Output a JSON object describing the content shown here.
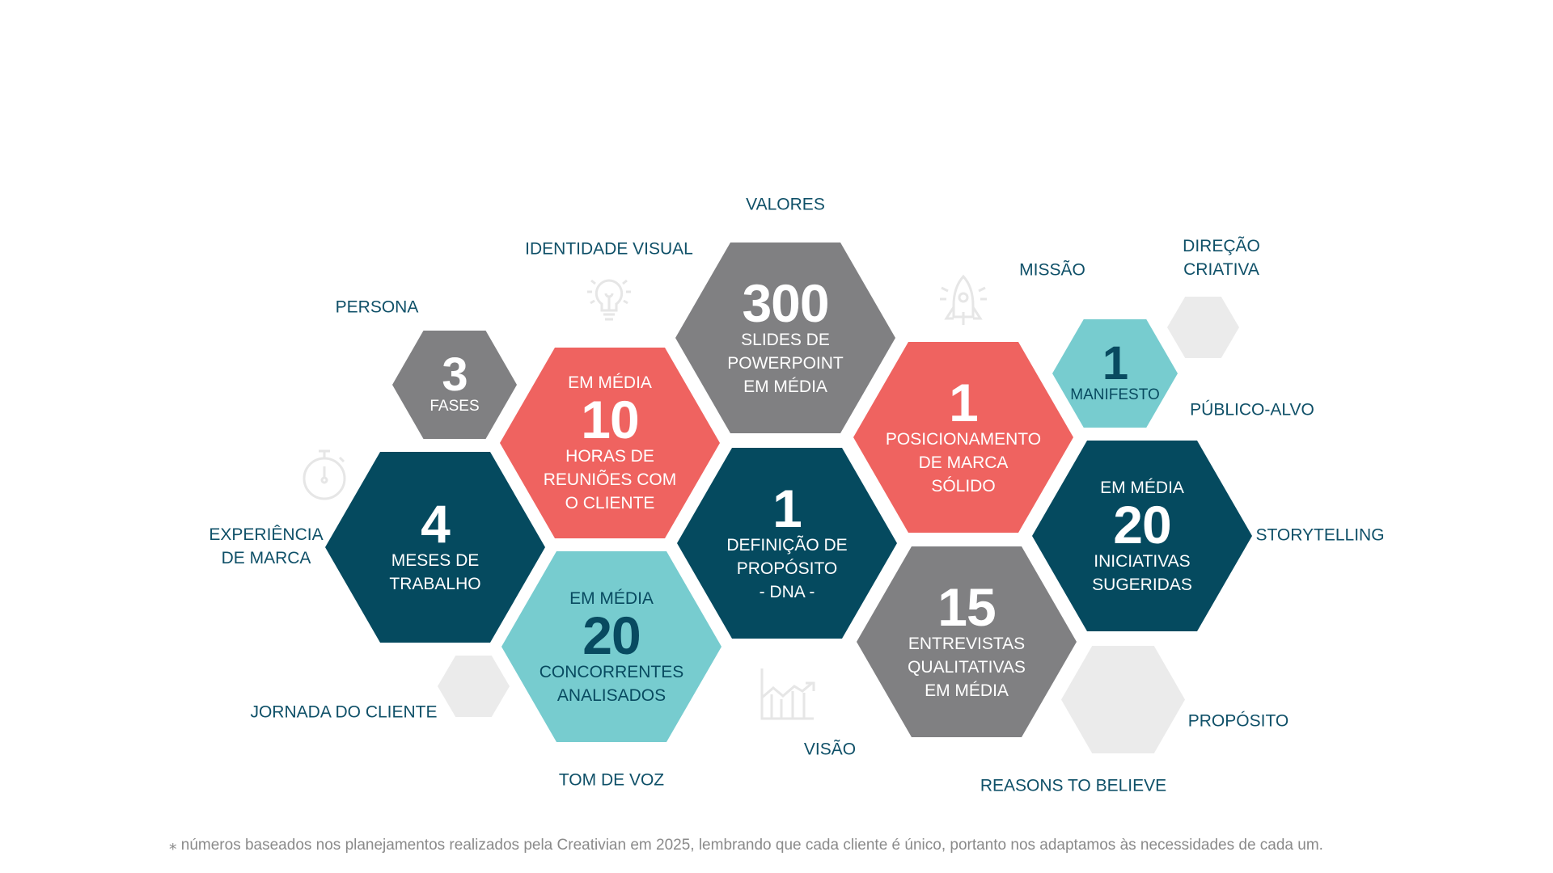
{
  "colors": {
    "grey": "#808082",
    "coral": "#ef6360",
    "dark_teal": "#054a5f",
    "light_teal": "#77cccf",
    "pale_grey": "#ebebeb",
    "label": "#0f5068"
  },
  "hexagons": [
    {
      "id": "fases",
      "color": "grey",
      "pre": [],
      "num": "3",
      "lines": [
        "FASES"
      ]
    },
    {
      "id": "reunioes",
      "color": "coral",
      "pre": [
        "EM MÉDIA"
      ],
      "num": "10",
      "lines": [
        "HORAS DE",
        "REUNIÕES COM",
        "O CLIENTE"
      ]
    },
    {
      "id": "slides",
      "color": "grey",
      "pre": [],
      "num": "300",
      "lines": [
        "SLIDES DE",
        "POWERPOINT",
        "EM MÉDIA"
      ]
    },
    {
      "id": "posicionamento",
      "color": "coral",
      "pre": [],
      "num": "1",
      "lines": [
        "POSICIONAMENTO",
        "DE MARCA",
        "SÓLIDO"
      ]
    },
    {
      "id": "manifesto",
      "color": "light_teal",
      "pre": [],
      "num": "1",
      "lines": [
        "MANIFESTO"
      ]
    },
    {
      "id": "meses",
      "color": "dark_teal",
      "pre": [],
      "num": "4",
      "lines": [
        "MESES DE",
        "TRABALHO"
      ]
    },
    {
      "id": "dna",
      "color": "dark_teal",
      "pre": [],
      "num": "1",
      "lines": [
        "DEFINIÇÃO DE",
        "PROPÓSITO",
        "- DNA -"
      ]
    },
    {
      "id": "iniciativas",
      "color": "dark_teal",
      "pre": [
        "EM MÉDIA"
      ],
      "num": "20",
      "lines": [
        "INICIATIVAS",
        "SUGERIDAS"
      ]
    },
    {
      "id": "concorrentes",
      "color": "light_teal",
      "pre": [
        "EM MÉDIA"
      ],
      "num": "20",
      "lines": [
        "CONCORRENTES",
        "ANALISADOS"
      ]
    },
    {
      "id": "entrevistas",
      "color": "grey",
      "pre": [],
      "num": "15",
      "lines": [
        "ENTREVISTAS",
        "QUALITATIVAS",
        "EM MÉDIA"
      ]
    }
  ],
  "labels": {
    "valores": "VALORES",
    "identidade_visual": "IDENTIDADE VISUAL",
    "persona": "PERSONA",
    "missao": "MISSÃO",
    "direcao_criativa_1": "DIREÇÃO",
    "direcao_criativa_2": "CRIATIVA",
    "publico_alvo": "PÚBLICO-ALVO",
    "storytelling": "STORYTELLING",
    "experiencia_1": "EXPERIÊNCIA",
    "experiencia_2": "DE MARCA",
    "jornada": "JORNADA DO CLIENTE",
    "tom_de_voz": "TOM DE VOZ",
    "visao": "VISÃO",
    "reasons": "REASONS TO BELIEVE",
    "proposito": "PROPÓSITO"
  },
  "icons": [
    "lightbulb-icon",
    "rocket-icon",
    "stopwatch-icon",
    "growth-chart-icon"
  ],
  "footer": "⁎  números baseados nos  planejamentos realizados pela Creativian em 2025, lembrando que cada cliente é único, portanto nos adaptamos às necessidades de cada um."
}
